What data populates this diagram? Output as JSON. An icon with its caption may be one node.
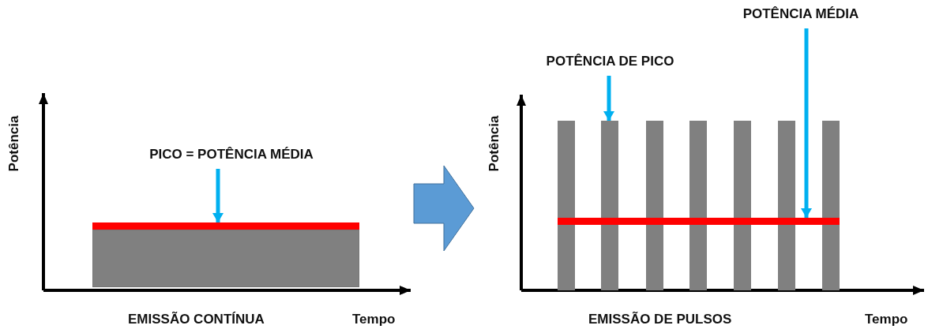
{
  "diagram": {
    "nodes": [
      {
        "text": [
          "PICO = POTÊNCIA MÉDIA"
        ]
      },
      {
        "text": [],
        "shape": "bar"
      },
      {
        "text": [],
        "shape": "box"
      },
      {
        "text": [
          "POTÊNCIA DE PICO"
        ]
      },
      {
        "text": [
          "POTÊNCIA MÉDIA"
        ]
      },
      {
        "text": [],
        "shape": "bar"
      },
      {
        "text": [],
        "shape": "bar"
      },
      {
        "text": [],
        "shape": "bar"
      },
      {
        "text": [],
        "shape": "bar"
      },
      {
        "text": [],
        "shape": "bar"
      },
      {
        "text": [],
        "shape": "bar"
      },
      {
        "text": [],
        "shape": "bar"
      },
      {
        "text": [],
        "shape": "bar"
      }
    ],
    "edges": [
      {
        "from": 0,
        "to": 1,
        "arrow": "to"
      },
      {
        "from": 3,
        "to": 6,
        "arrow": "to"
      },
      {
        "from": 4,
        "to": 12,
        "arrow": "to"
      }
    ],
    "labels": [
      "Potência",
      "EMISSÃO CONTÍNUA",
      "Tempo",
      "Potência",
      "EMISSÃO DE PULSOS",
      "Tempo"
    ]
  }
}
